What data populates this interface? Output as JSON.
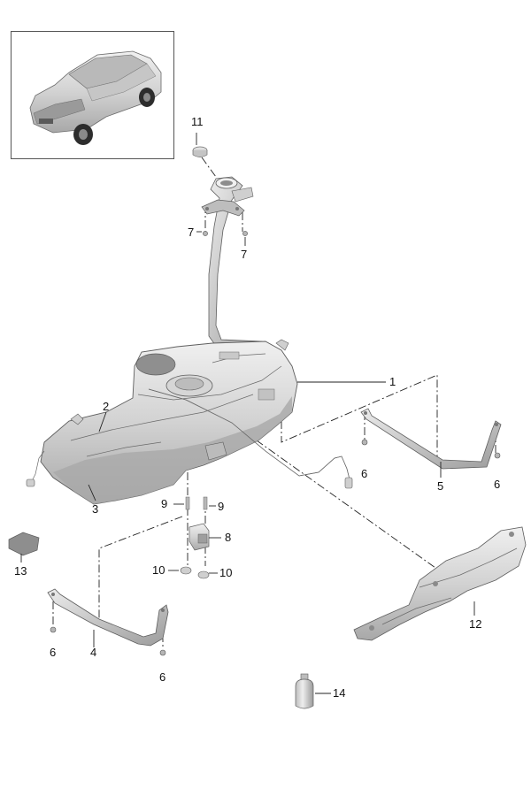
{
  "diagram": {
    "title": "Fuel tank exploded parts diagram",
    "colors": {
      "part_fill": "#d9d9d9",
      "part_shadow": "#a9a9a9",
      "part_highlight": "#f2f2f2",
      "line": "#222222",
      "frame": "#555555"
    },
    "thumbnail": {
      "icon": "car-icon"
    },
    "callouts": {
      "c1": "1",
      "c2": "2",
      "c3": "3",
      "c4": "4",
      "c5": "5",
      "c6a": "6",
      "c6b": "6",
      "c6c": "6",
      "c6d": "6",
      "c7a": "7",
      "c7b": "7",
      "c8": "8",
      "c9a": "9",
      "c9b": "9",
      "c10a": "10",
      "c10b": "10",
      "c11": "11",
      "c12": "12",
      "c13": "13",
      "c14": "14"
    }
  }
}
